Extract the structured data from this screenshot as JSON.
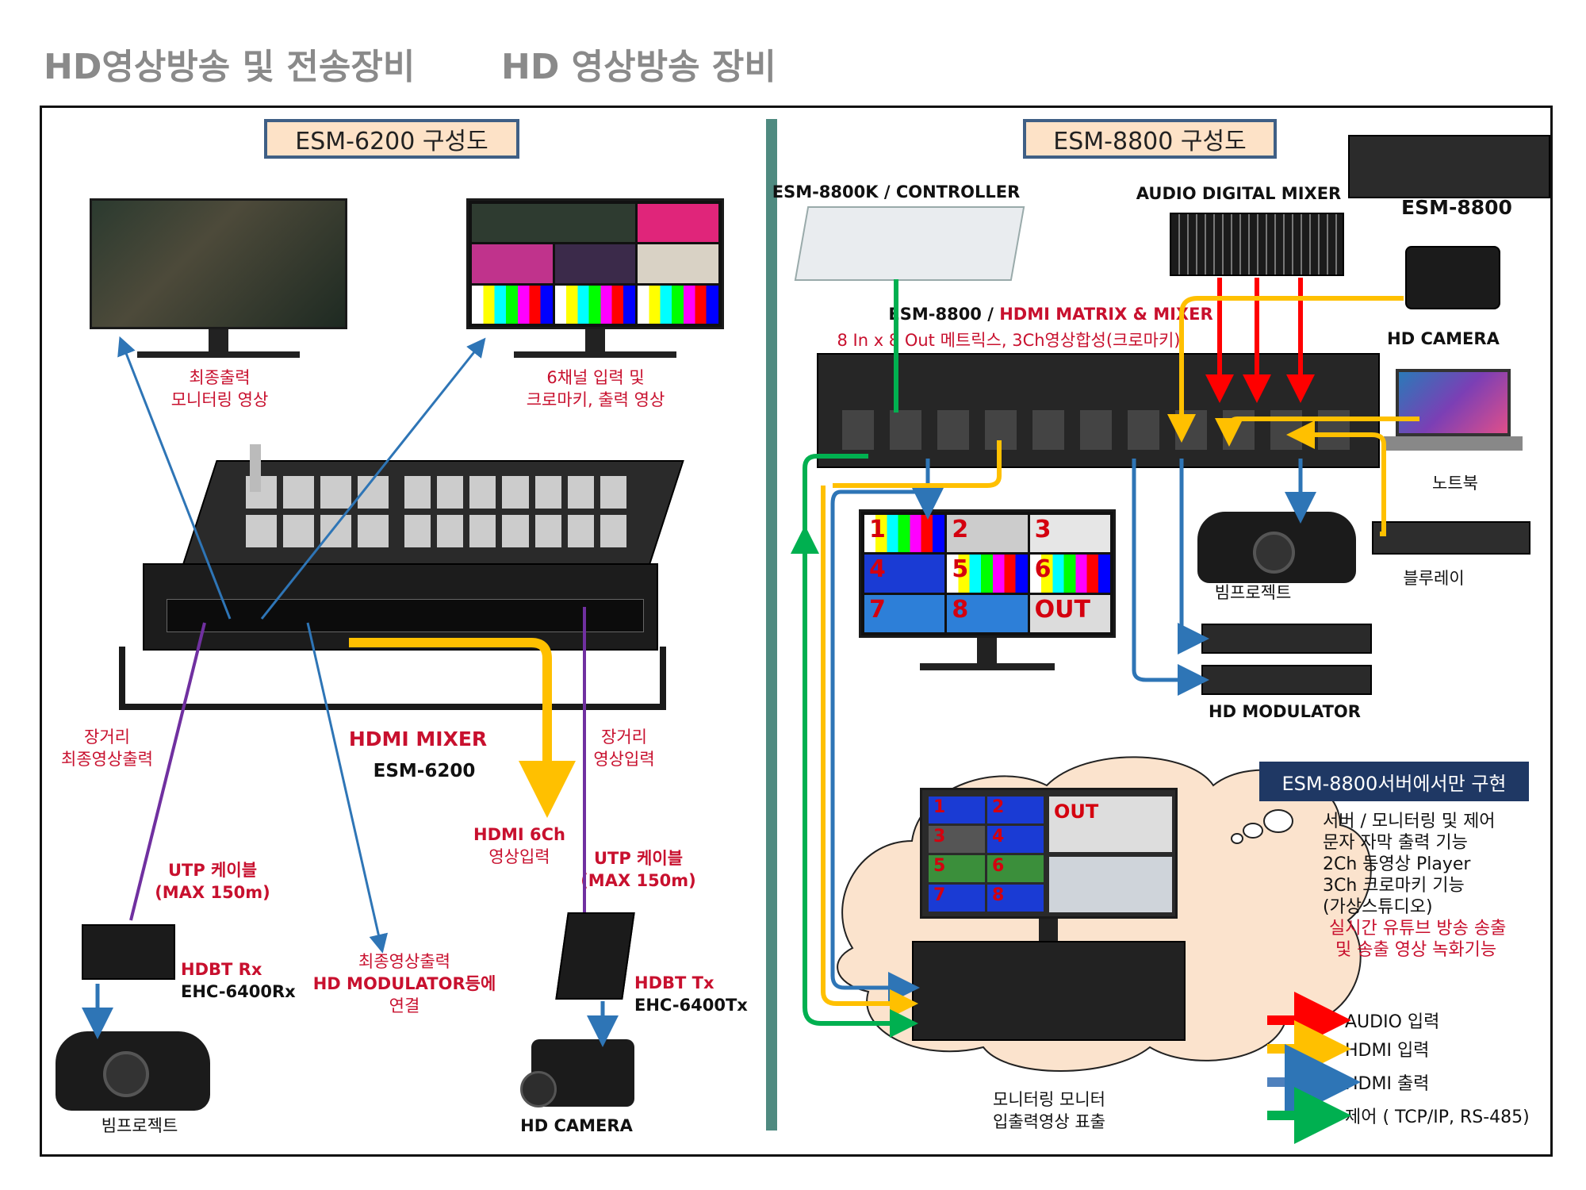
{
  "header": {
    "left": "HD영상방송 및 전송장비",
    "right": "HD 영상방송 장비"
  },
  "left_panel": {
    "title": "ESM-6200 구성도",
    "monitor_left_caption": [
      "최종출력",
      "모니터링 영상"
    ],
    "monitor_right_caption": [
      "6채널 입력 및",
      "크로마키, 출력 영상"
    ],
    "mixer_label": "HDMI MIXER",
    "mixer_model": "ESM-6200",
    "long_out": [
      "장거리",
      "최종영상출력"
    ],
    "long_in": [
      "장거리",
      "영상입력"
    ],
    "utp_left": [
      "UTP 케이블",
      "(MAX 150m)"
    ],
    "utp_right": [
      "UTP 케이블",
      "(MAX 150m)"
    ],
    "hdmi_6ch": [
      "HDMI 6Ch",
      "영상입력"
    ],
    "final_out": [
      "최종영상출력",
      "HD MODULATOR등에",
      "연결"
    ],
    "hdbt_rx": {
      "name": "HDBT Rx",
      "model": "EHC-6400Rx"
    },
    "hdbt_tx": {
      "name": "HDBT Tx",
      "model": "EHC-6400Tx"
    },
    "projector": "빔프로젝트",
    "camera": "HD CAMERA"
  },
  "right_panel": {
    "title": "ESM-8800 구성도",
    "controller": "ESM-8800K / CONTROLLER",
    "audio_mixer": "AUDIO DIGITAL MIXER",
    "unit": "ESM-8800",
    "matrix_prefix": "ESM-8800 / ",
    "matrix_suffix": "HDMI MATRIX & MIXER",
    "matrix_desc": "8 In x 8 Out 메트릭스, 3Ch영상합성(크로마키)",
    "hd_camera": "HD CAMERA",
    "notebook": "노트북",
    "projector": "빔프로젝트",
    "bluray": "블루레이",
    "modulator": "HD MODULATOR",
    "multiview": [
      "1",
      "2",
      "3",
      "4",
      "5",
      "6",
      "7",
      "8",
      "OUT"
    ],
    "server_box": "ESM-8800서버에서만 구현",
    "server_features": [
      "서버 / 모니터링 및 제어",
      "문자 자막 출력 기능",
      "2Ch 동영상 Player",
      "3Ch 크로마키 기능",
      "(가상스튜디오)"
    ],
    "server_features_red": [
      "실시간 유튜브 방송 송출",
      "및 송출 영상 녹화기능"
    ],
    "monitor_caption": [
      "모니터링 모니터",
      "입출력영상 표출"
    ]
  },
  "legend": [
    {
      "label": "AUDIO  입력",
      "color": "#ff0000"
    },
    {
      "label": "HDMI  입력",
      "color": "#ffc000"
    },
    {
      "label": "HDMI  출력",
      "color": "#4f81bd"
    },
    {
      "label": "제어 ( TCP/IP, RS-485)",
      "color": "#00b050"
    }
  ]
}
